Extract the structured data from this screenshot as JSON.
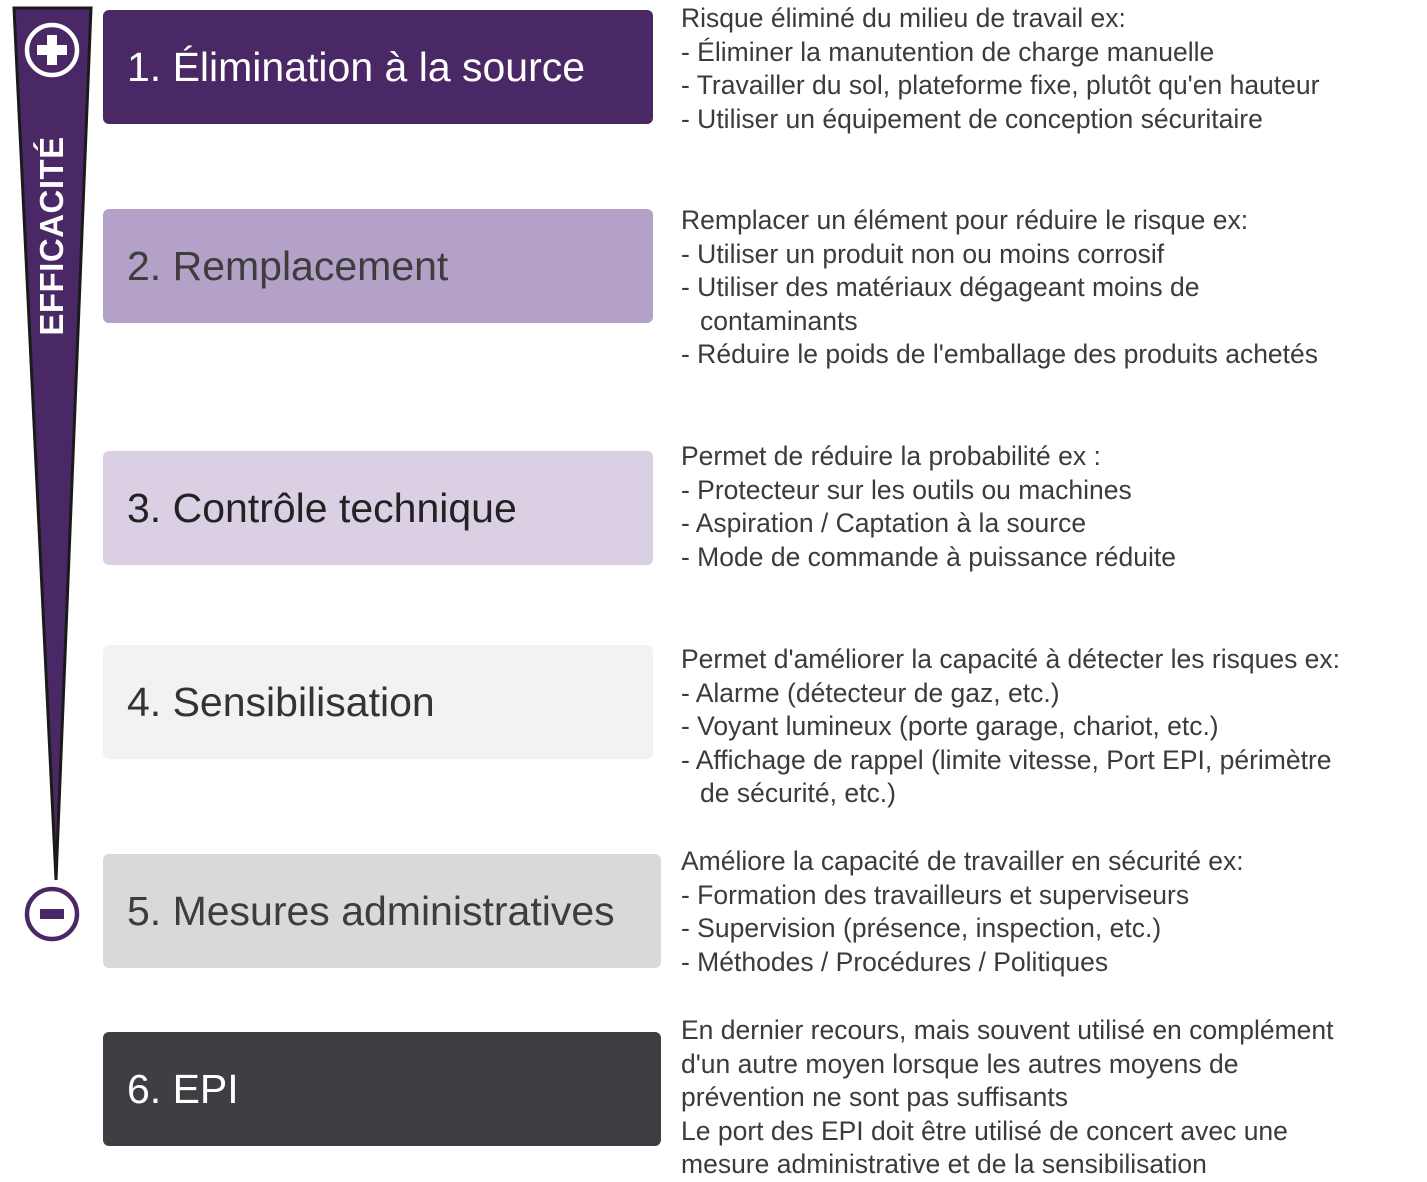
{
  "effectiveness_axis": {
    "label": "EFFICACITÉ",
    "top_icon": "plus-circle-icon",
    "bottom_icon": "minus-circle-icon",
    "color": "#4a2865"
  },
  "levels": [
    {
      "title": "1. Élimination à la source",
      "color": "#4a2865",
      "text_color": "#ffffff",
      "description": [
        "Risque éliminé du milieu de travail ex:",
        "- Éliminer la manutention de charge manuelle",
        "- Travailler du sol, plateforme fixe, plutôt qu'en hauteur",
        "- Utiliser un équipement de conception sécuritaire"
      ]
    },
    {
      "title": "2. Remplacement",
      "color": "#b3a1c7",
      "text_color": "#3d3d3d",
      "description": [
        "Remplacer un élément pour réduire le risque ex:",
        "- Utiliser un produit non ou moins corrosif",
        "- Utiliser des matériaux dégageant moins de",
        "contaminants",
        "- Réduire le poids de l'emballage des produits achetés"
      ]
    },
    {
      "title": "3. Contrôle technique",
      "color": "#dbd0e3",
      "text_color": "#222222",
      "description": [
        "Permet de réduire la probabilité ex :",
        "- Protecteur sur les outils ou machines",
        "- Aspiration / Captation à la source",
        "- Mode de commande à puissance réduite"
      ]
    },
    {
      "title": "4. Sensibilisation",
      "color": "#f2f2f2",
      "text_color": "#333333",
      "description": [
        "Permet d'améliorer la capacité à détecter les risques ex:",
        "- Alarme (détecteur de gaz, etc.)",
        "- Voyant lumineux (porte garage, chariot, etc.)",
        "- Affichage de rappel (limite vitesse, Port EPI, périmètre",
        "de sécurité, etc.)"
      ]
    },
    {
      "title": "5. Mesures administratives",
      "color": "#d9d9d9",
      "text_color": "#3d3d3d",
      "description": [
        "Améliore la capacité de travailler en sécurité ex:",
        "- Formation des travailleurs et superviseurs",
        "- Supervision (présence, inspection, etc.)",
        "- Méthodes / Procédures / Politiques"
      ]
    },
    {
      "title": "6. EPI",
      "color": "#3e3f42",
      "text_color": "#ffffff",
      "description": [
        "En dernier recours, mais souvent utilisé en complément",
        "d'un autre moyen lorsque les autres moyens de",
        "prévention ne sont pas suffisants",
        "Le port des EPI doit être utilisé de concert avec une",
        "mesure administrative et de la sensibilisation"
      ]
    }
  ]
}
